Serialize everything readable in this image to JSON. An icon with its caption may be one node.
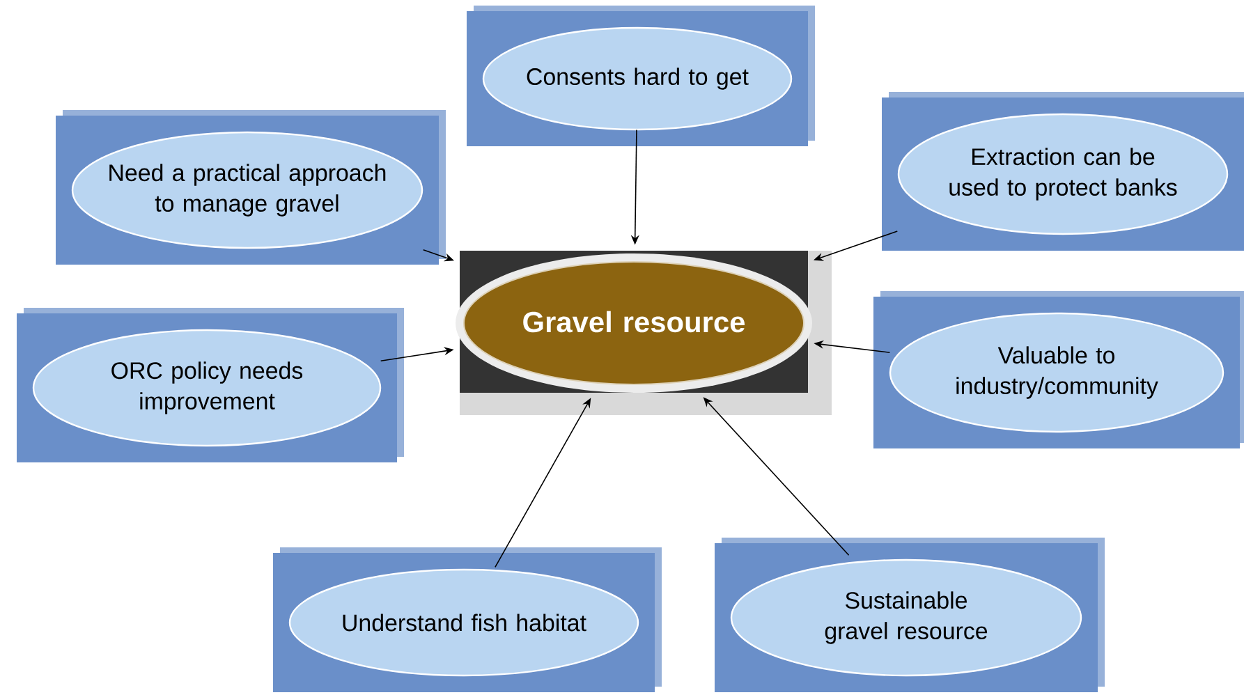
{
  "diagram": {
    "nodes": [
      {
        "text": [
          "Gravel resource"
        ]
      },
      {
        "text": [
          "Consents hard to get"
        ]
      },
      {
        "text": [
          "Need a practical approach to manage gravel"
        ]
      },
      {
        "text": [
          "Extraction can be used to protect banks"
        ]
      },
      {
        "text": [
          "ORC policy needs improvement"
        ]
      },
      {
        "text": [
          "Valuable to industry/community"
        ]
      },
      {
        "text": [
          "Understand fish habitat"
        ]
      },
      {
        "text": [
          "Sustainable gravel resource"
        ]
      }
    ],
    "edges": [
      {
        "from": 1,
        "to": 0,
        "arrow": "to"
      },
      {
        "from": 2,
        "to": 0,
        "arrow": "to"
      },
      {
        "from": 3,
        "to": 0,
        "arrow": "to"
      },
      {
        "from": 4,
        "to": 0,
        "arrow": "to"
      },
      {
        "from": 5,
        "to": 0,
        "arrow": "to"
      },
      {
        "from": 6,
        "to": 0,
        "arrow": "to"
      },
      {
        "from": 7,
        "to": 0,
        "arrow": "to"
      }
    ]
  }
}
